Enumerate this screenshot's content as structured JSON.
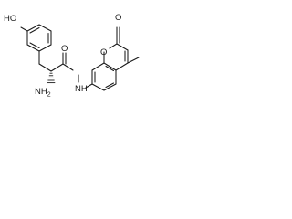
{
  "molecule": {
    "atom_labels": {
      "hydroxyl": "HO",
      "amine": "NH",
      "amine_subscript": "2",
      "amide_nitrogen": "N",
      "amide_hydrogen": "H",
      "carbonyl_oxygen": "O",
      "lactone_carbonyl_oxygen": "O",
      "ring_oxygen": "O"
    },
    "colors": {
      "bond": "#1a1a1a",
      "label": "#1a1a1a",
      "background": "#ffffff"
    }
  }
}
